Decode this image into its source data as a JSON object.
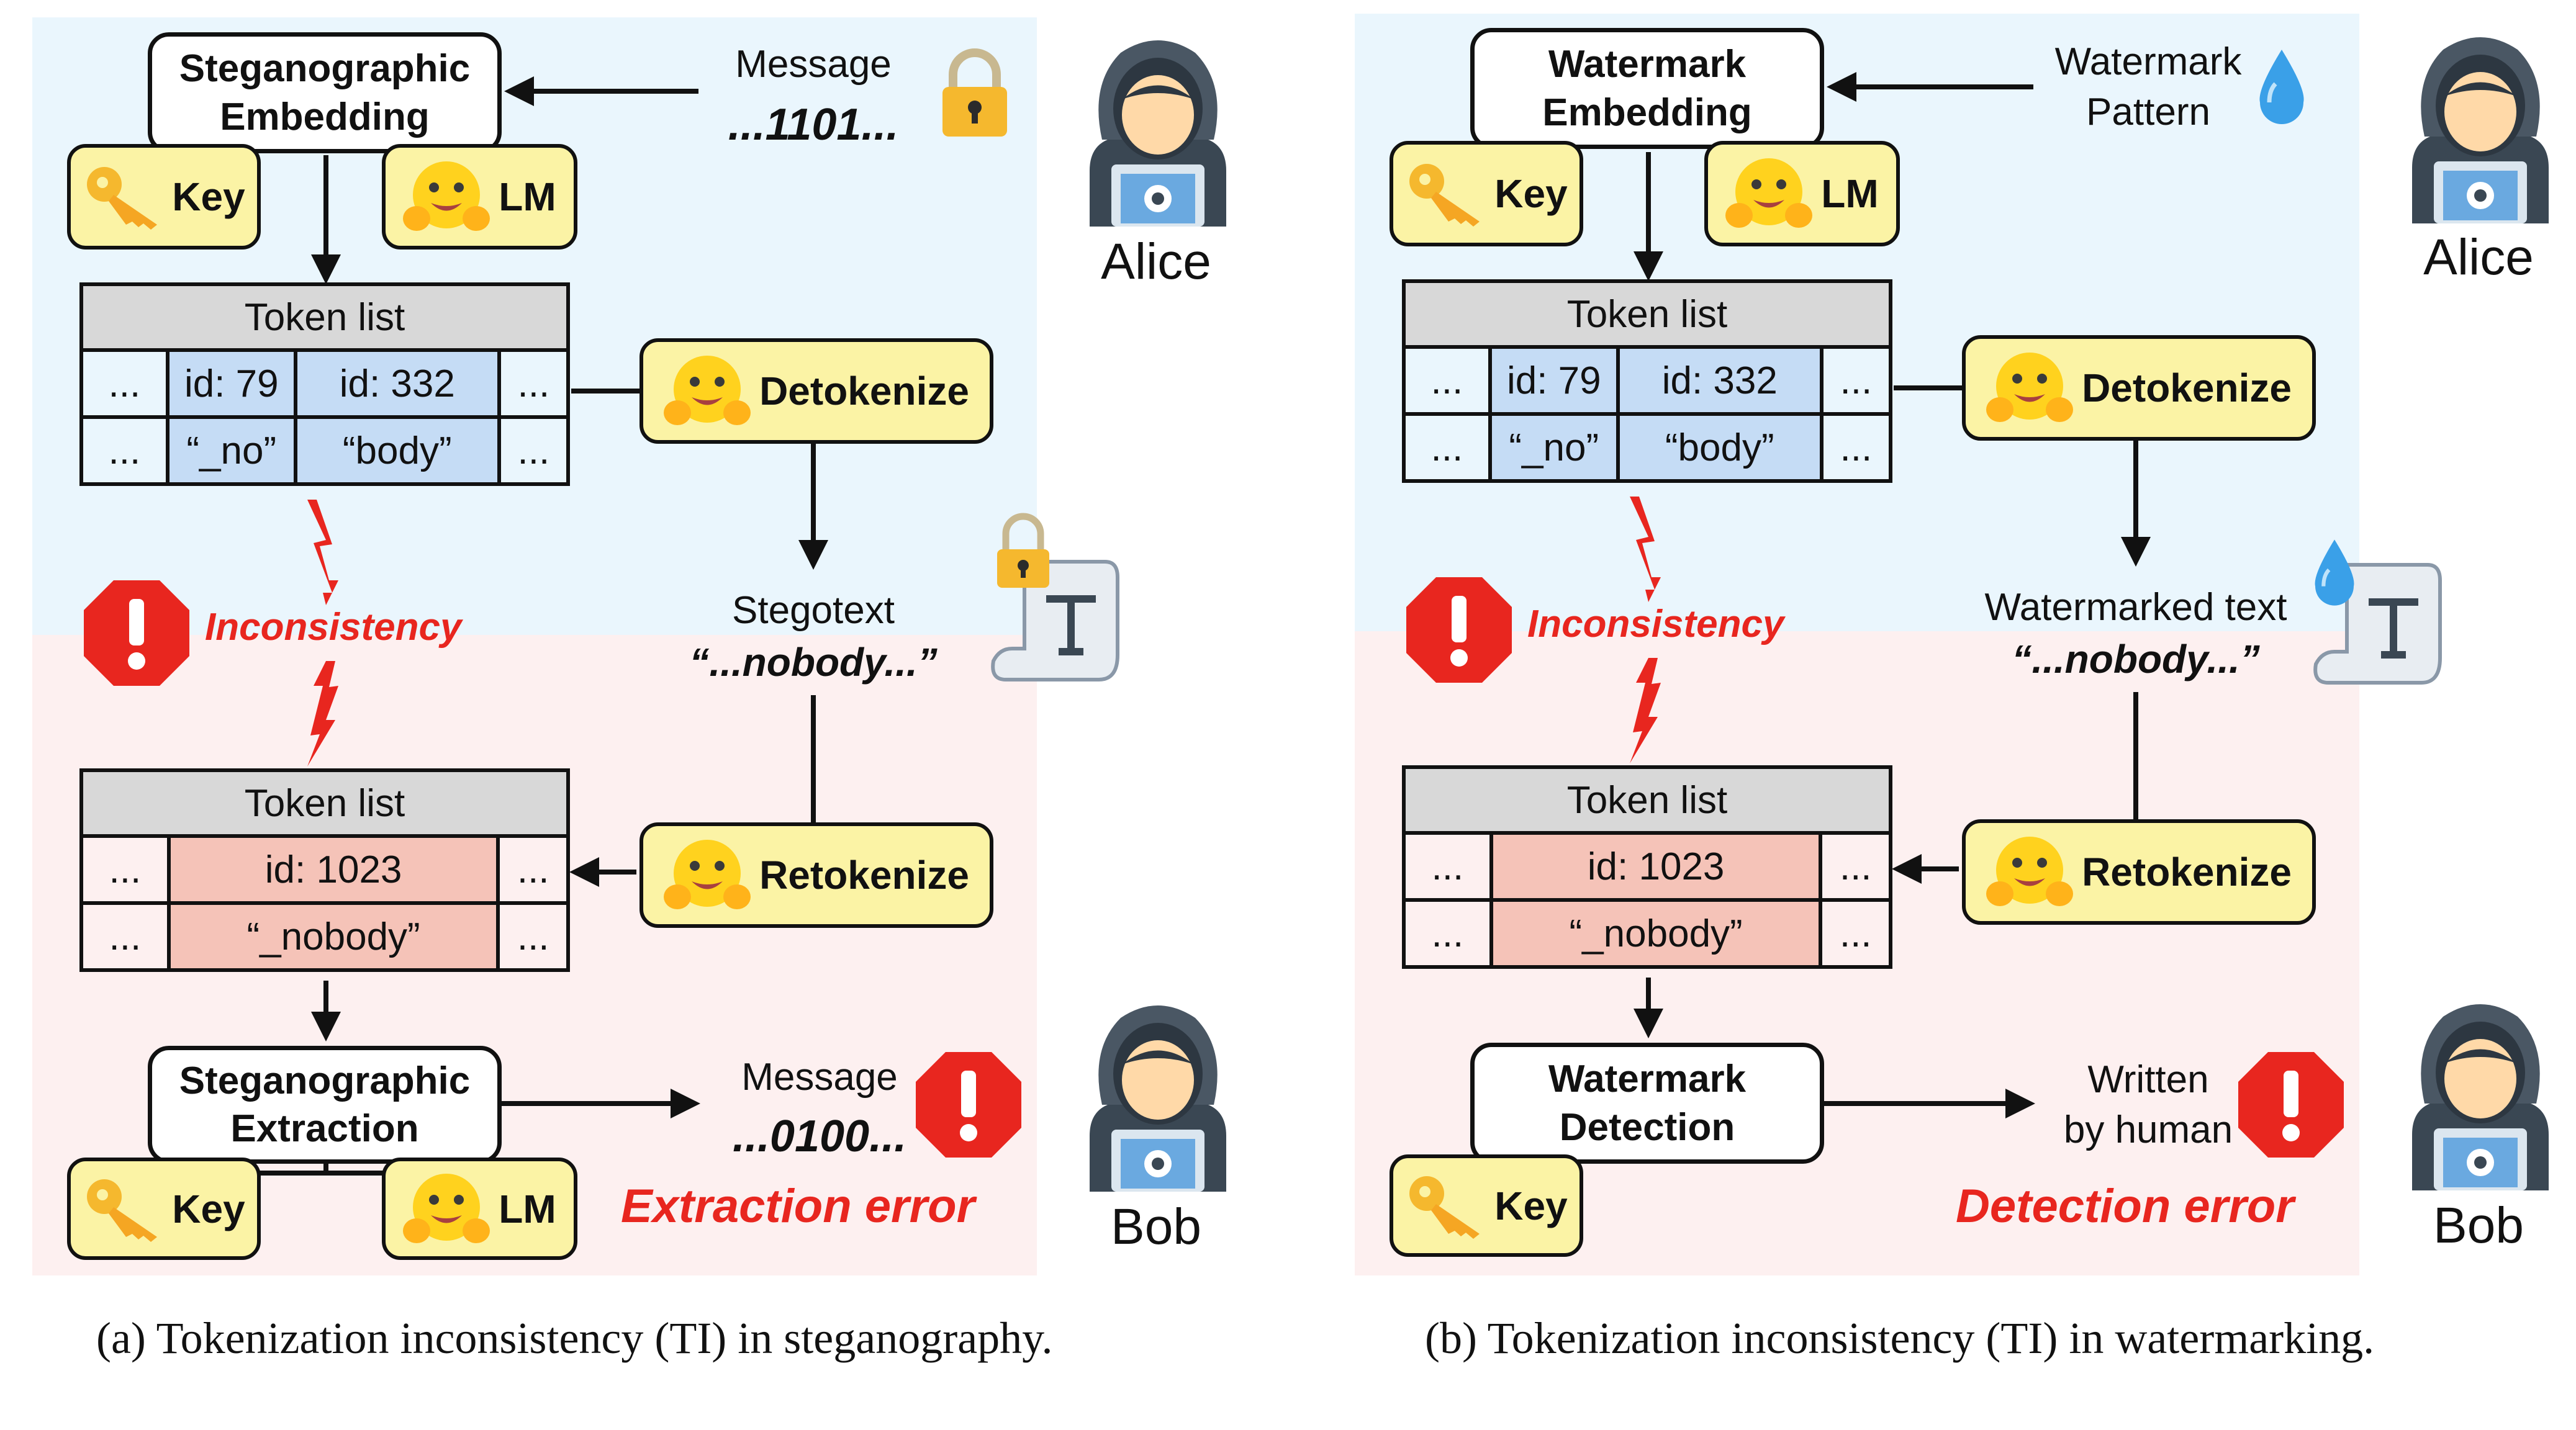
{
  "left": {
    "embed_box": "Steganographic\nEmbedding",
    "message_label": "Message",
    "message_value": "...1101...",
    "key_label": "Key",
    "lm_label": "LM",
    "person_top": "Alice",
    "token_list_header": "Token list",
    "top_table": [
      [
        "...",
        "id: 79",
        "id: 332",
        "..."
      ],
      [
        "...",
        "“_no”",
        "“body”",
        "..."
      ]
    ],
    "detokenize": "Detokenize",
    "inconsistency": "Inconsistency",
    "text_label": "Stegotext",
    "text_value": "“...nobody...”",
    "bottom_table_header": "Token list",
    "bottom_table": [
      [
        "...",
        "id: 1023",
        "..."
      ],
      [
        "...",
        "“_nobody”",
        "..."
      ]
    ],
    "retokenize": "Retokenize",
    "extract_box": "Steganographic\nExtraction",
    "out_label": "Message",
    "out_value": "...0100...",
    "error": "Extraction error",
    "person_bottom": "Bob",
    "caption": "(a) Tokenization inconsistency (TI) in steganography."
  },
  "right": {
    "embed_box": "Watermark\nEmbedding",
    "message_label": "Watermark\nPattern",
    "key_label": "Key",
    "lm_label": "LM",
    "person_top": "Alice",
    "token_list_header": "Token list",
    "top_table": [
      [
        "...",
        "id: 79",
        "id: 332",
        "..."
      ],
      [
        "...",
        "“_no”",
        "“body”",
        "..."
      ]
    ],
    "detokenize": "Detokenize",
    "inconsistency": "Inconsistency",
    "text_label": "Watermarked text",
    "text_value": "“...nobody...”",
    "bottom_table_header": "Token list",
    "bottom_table": [
      [
        "...",
        "id: 1023",
        "..."
      ],
      [
        "...",
        "“_nobody”",
        "..."
      ]
    ],
    "retokenize": "Retokenize",
    "extract_box": "Watermark\nDetection",
    "out_label": "Written\nby human",
    "error": "Detection error",
    "person_bottom": "Bob",
    "caption": "(b) Tokenization inconsistency (TI) in watermarking."
  },
  "colors": {
    "top_bg": "#eaf6fd",
    "bottom_bg": "#fdf0f0",
    "yellow_box": "#fbf3a5",
    "blue_cell": "#c5dcf5",
    "pink_cell": "#f5c3b8",
    "error_red": "#e8261f"
  },
  "icons": [
    "lock-icon",
    "key-icon",
    "hugging-face-icon",
    "hacker-person-icon",
    "stop-sign-icon",
    "lightning-icon",
    "scroll-text-icon",
    "water-drop-icon"
  ]
}
